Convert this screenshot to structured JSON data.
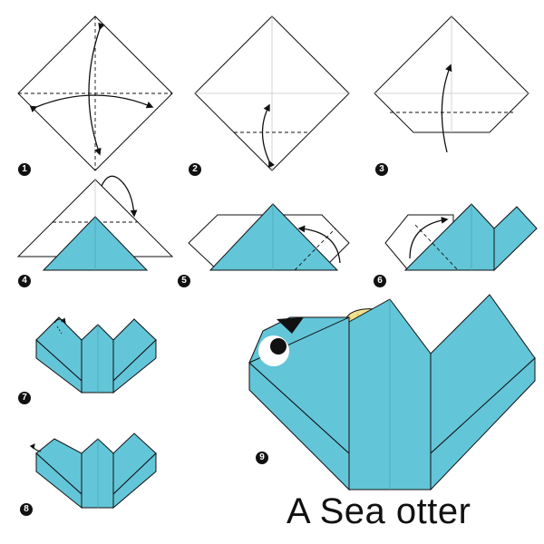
{
  "title": "A Sea otter",
  "steps": [
    {
      "number": "1"
    },
    {
      "number": "2"
    },
    {
      "number": "3"
    },
    {
      "number": "4"
    },
    {
      "number": "5"
    },
    {
      "number": "6"
    },
    {
      "number": "7"
    },
    {
      "number": "8"
    },
    {
      "number": "9"
    }
  ],
  "colors": {
    "background": "#ffffff",
    "paper": "#ffffff",
    "paper_color": "#63c5d8",
    "outline": "#111111",
    "crease": "#c9c9c9",
    "fin": "#f2e08f",
    "badge": "#111111"
  }
}
